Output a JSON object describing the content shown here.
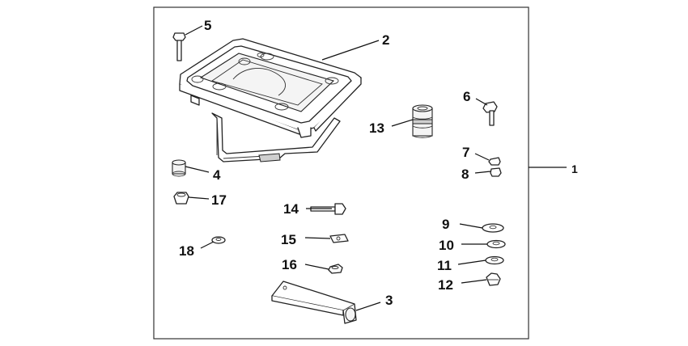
{
  "diagram": {
    "part_labels": {
      "p1": "1",
      "p2": "2",
      "p3": "3",
      "p4": "4",
      "p5": "5",
      "p6": "6",
      "p7": "7",
      "p8": "8",
      "p9": "9",
      "p10": "10",
      "p11": "11",
      "p12": "12",
      "p13": "13",
      "p14": "14",
      "p15": "15",
      "p16": "16",
      "p17": "17",
      "p18": "18"
    }
  }
}
